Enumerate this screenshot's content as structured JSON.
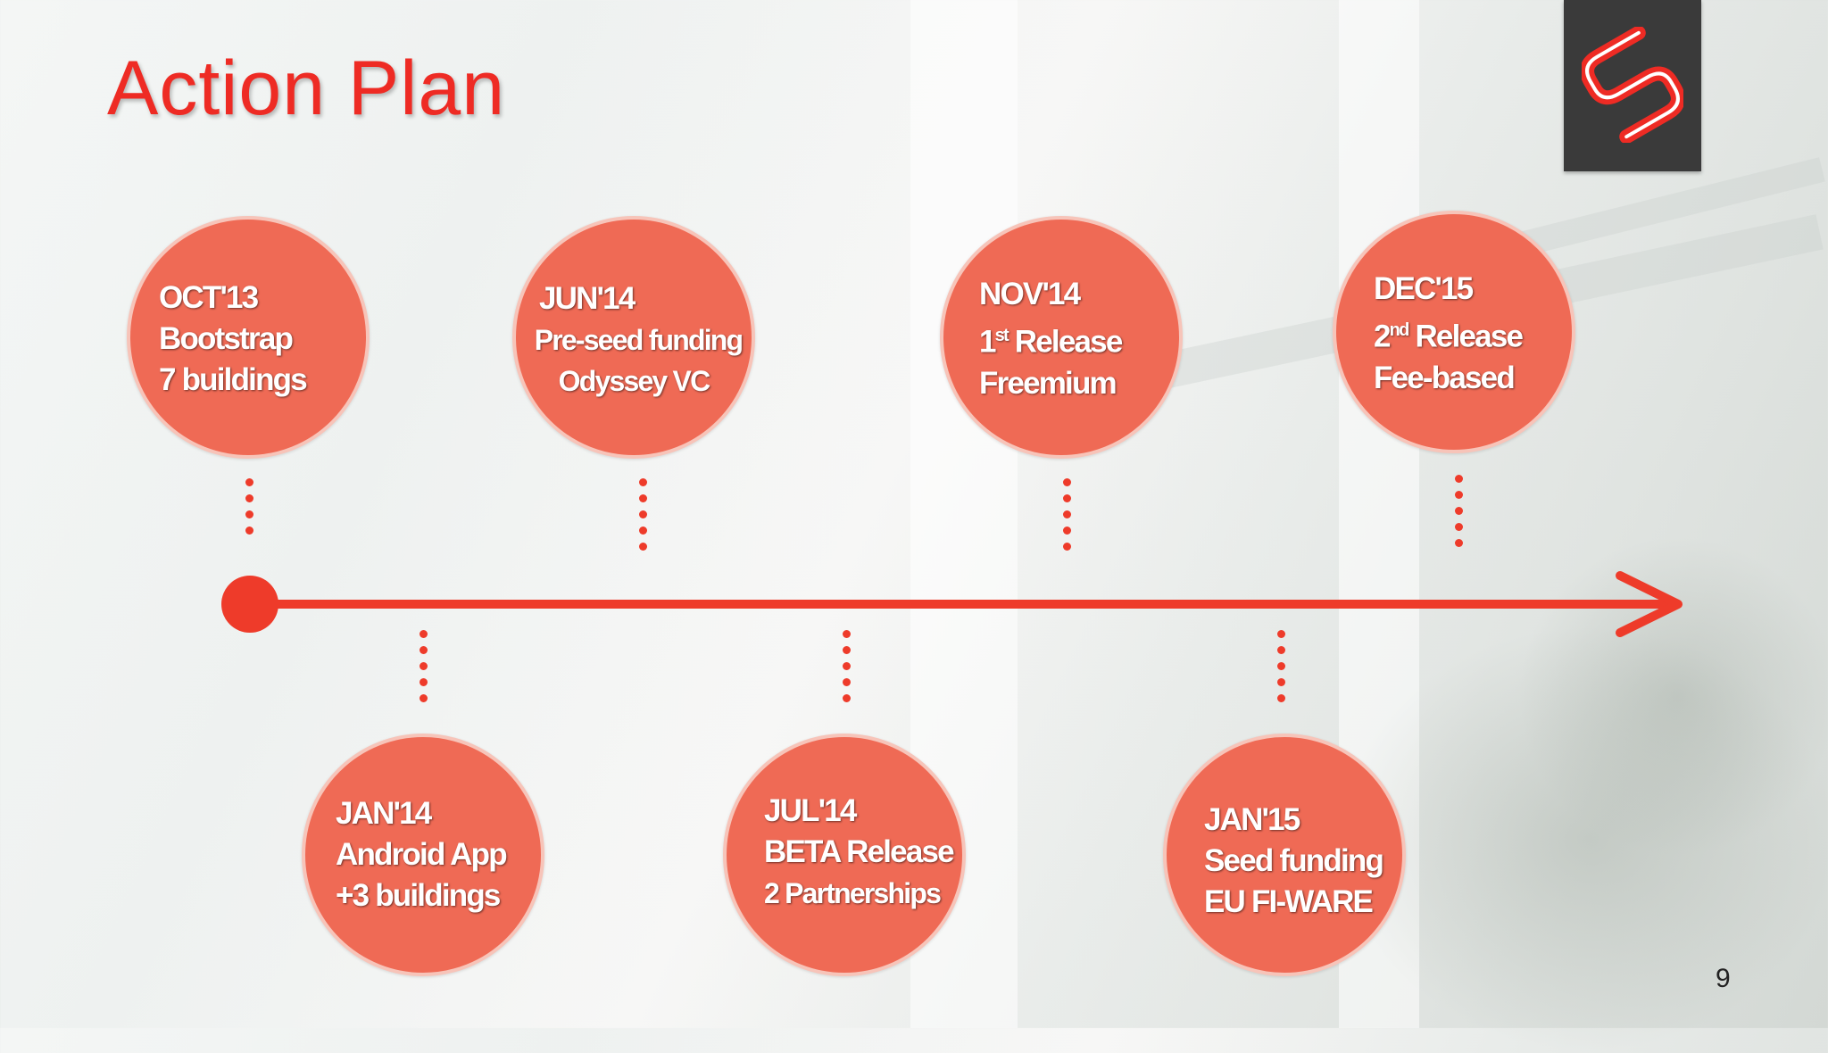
{
  "title": "Action Plan",
  "colors": {
    "accent": "#ee3b2a",
    "circle": "#ef6a55",
    "title": "#ee2b24"
  },
  "logo": {
    "icon": "s-logo-icon"
  },
  "milestones_top": [
    {
      "date": "OCT'13",
      "line2": "Bootstrap",
      "line3": "7 buildings"
    },
    {
      "date": "JUN'14",
      "line2": "Pre-seed funding",
      "line3": "Odyssey VC"
    },
    {
      "date": "NOV'14",
      "line2_num": "1",
      "line2_sup": "st",
      "line2_rest": " Release",
      "line3": "Freemium"
    },
    {
      "date": "DEC'15",
      "line2_num": "2",
      "line2_sup": "nd",
      "line2_rest": " Release",
      "line3": "Fee-based"
    }
  ],
  "milestones_bottom": [
    {
      "date": "JAN'14",
      "line2": "Android App",
      "line3": "+3 buildings"
    },
    {
      "date": "JUL'14",
      "line2": "BETA Release",
      "line3": "2 Partnerships"
    },
    {
      "date": "JAN'15",
      "line2": "Seed funding",
      "line3": "EU FI-WARE"
    }
  ],
  "page_number": "9"
}
